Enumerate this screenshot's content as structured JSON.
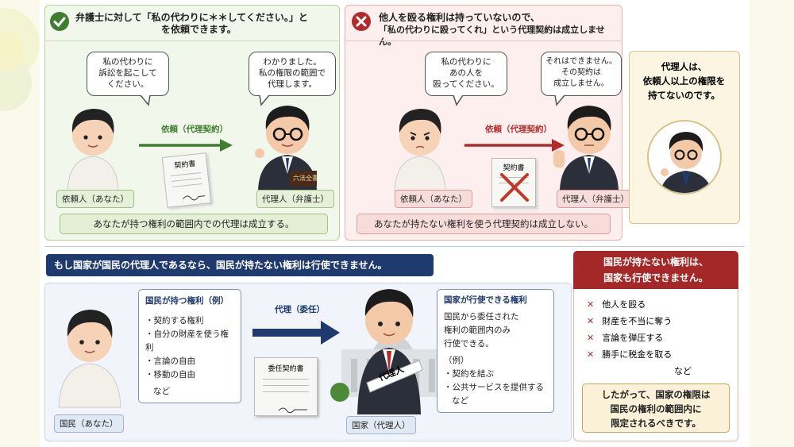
{
  "panel_valid": {
    "header_line1": "弁護士に対して「私の代わりに＊＊してください。」と",
    "header_line2": "を依頼できます。",
    "client_bubble": [
      "私の代わりに",
      "訴訟を起こして",
      "ください。"
    ],
    "lawyer_bubble": [
      "わかりました。",
      "私の権限の範囲で",
      "代理します。"
    ],
    "arrow_label": "依頼（代理契約）",
    "contract_label": "契約書",
    "client_tag": "依頼人（あなた）",
    "lawyer_tag": "代理人（弁護士）",
    "book_label": "六法全書",
    "footer": "あなたが持つ権利の範囲内での代理は成立する。"
  },
  "panel_invalid": {
    "header_line1": "他人を殴る権利は持っていないので、",
    "header_line2": "「私の代わりに殴ってくれ」という代理契約は成立しません。",
    "client_bubble": [
      "私の代わりに",
      "あの人を",
      "殴ってください。"
    ],
    "lawyer_bubble": [
      "それはできません。",
      "その契約は",
      "成立しません。"
    ],
    "arrow_label": "依頼（代理契約）",
    "contract_label": "契約書",
    "client_tag": "依頼人（あなた）",
    "lawyer_tag": "代理人（弁護士）",
    "footer": "あなたが持たない権利を使う代理契約は成立しない。"
  },
  "side_note": {
    "text": [
      "代理人は、",
      "依頼人以上の権限を",
      "持てないのです。"
    ]
  },
  "bottom": {
    "title": "もし国家が国民の代理人であるなら、国民が持たない権利は行使できません。",
    "citizen_rights": {
      "title": "国民が持つ権利（例）",
      "items": [
        "・契約する権利",
        "・自分の財産を使う権利",
        "・言論の自由",
        "・移動の自由"
      ],
      "etc": "など"
    },
    "arrow_label": "代理（委任）",
    "contract_label": "委任契約書",
    "citizen_tag": "国民（あなた）",
    "state_tag": "国家（代理人）",
    "sash_label": "代理人",
    "state_rights": {
      "title": "国家が行使できる権利",
      "lines": [
        "国民から委任された",
        "権利の範囲内のみ",
        "行使できる。"
      ],
      "example": "（例）",
      "items": [
        "・契約を結ぶ",
        "・公共サービスを提供する"
      ],
      "etc": "など"
    },
    "prohibited": {
      "title_line1": "国民が持たない権利は、",
      "title_line2": "国家も行使できません。",
      "items": [
        "他人を殴る",
        "財産を不当に奪う",
        "言論を弾圧する",
        "勝手に税金を取る"
      ],
      "etc": "など"
    },
    "conclusion": [
      "したがって、国家の権限は",
      "国民の権利の範囲内に",
      "限定されるべきです。"
    ]
  },
  "colors": {
    "green": "#3f7e2e",
    "green_bg": "#eef5e6",
    "red": "#b32a2a",
    "red_bg": "#fbeaea",
    "navy": "#1f3a6e",
    "blue_bg": "#f1f5fb",
    "gold": "#c7a75a"
  },
  "icons": [
    "check-icon",
    "cross-icon",
    "arrow-right-icon",
    "x-mark-icon",
    "pen-icon"
  ]
}
